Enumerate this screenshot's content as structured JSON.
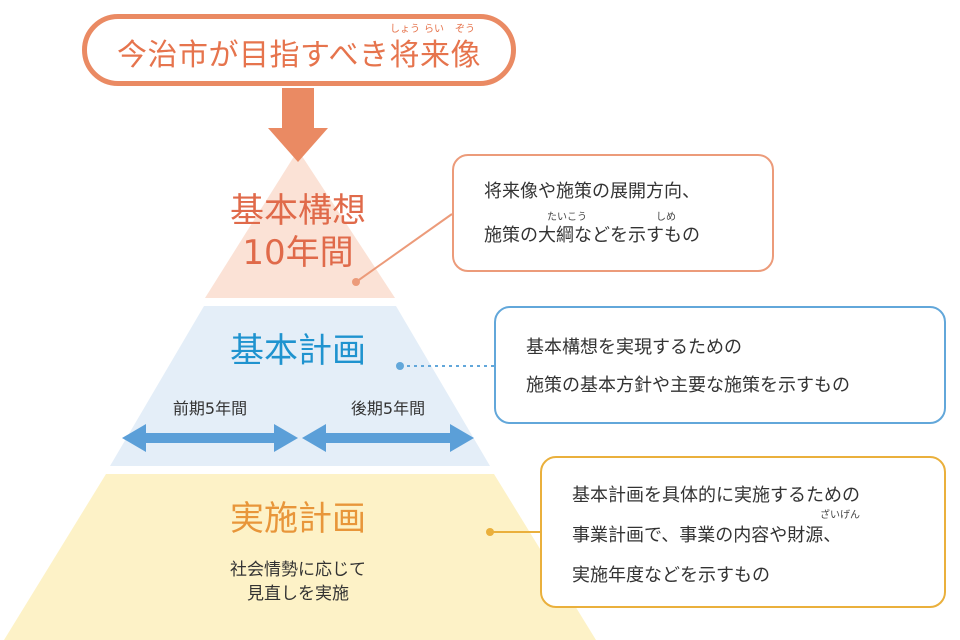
{
  "header": {
    "title": "今治市が目指すべき将来像",
    "ruby": [
      "しょう",
      "らい",
      "ぞう"
    ]
  },
  "tiers": [
    {
      "heading_lines": [
        "基本構想",
        "10年間"
      ],
      "color": "#e06a4a",
      "fill": "#fbe2d6",
      "description": {
        "lines": [
          "将来像や施策の展開方向、",
          "施策の大綱などを示すもの"
        ],
        "ruby": [
          "たいこう",
          "しめ"
        ],
        "border": "#ec9b7a"
      }
    },
    {
      "heading": "基本計画",
      "color": "#1f93cf",
      "fill": "#e4eef8",
      "periods": [
        "前期5年間",
        "後期5年間"
      ],
      "description": {
        "lines": [
          "基本構想を実現するための",
          "施策の基本方針や主要な施策を示すもの"
        ],
        "border": "#62a7da"
      }
    },
    {
      "heading": "実施計画",
      "color": "#e8963a",
      "fill": "#fdf2c7",
      "note_lines": [
        "社会情勢に応じて",
        "見直しを実施"
      ],
      "description": {
        "lines": [
          "基本計画を具体的に実施するための",
          "事業計画で、事業の内容や財源、",
          "実施年度などを示すもの"
        ],
        "ruby": [
          "ざいげん"
        ],
        "border": "#eab03c"
      }
    }
  ],
  "colors": {
    "accent_orange": "#ea8a63",
    "arrow_blue": "#5b9fd8",
    "connector_orange": "#ec9b7a",
    "connector_blue": "#62a7da",
    "connector_yellow": "#eab03c"
  }
}
